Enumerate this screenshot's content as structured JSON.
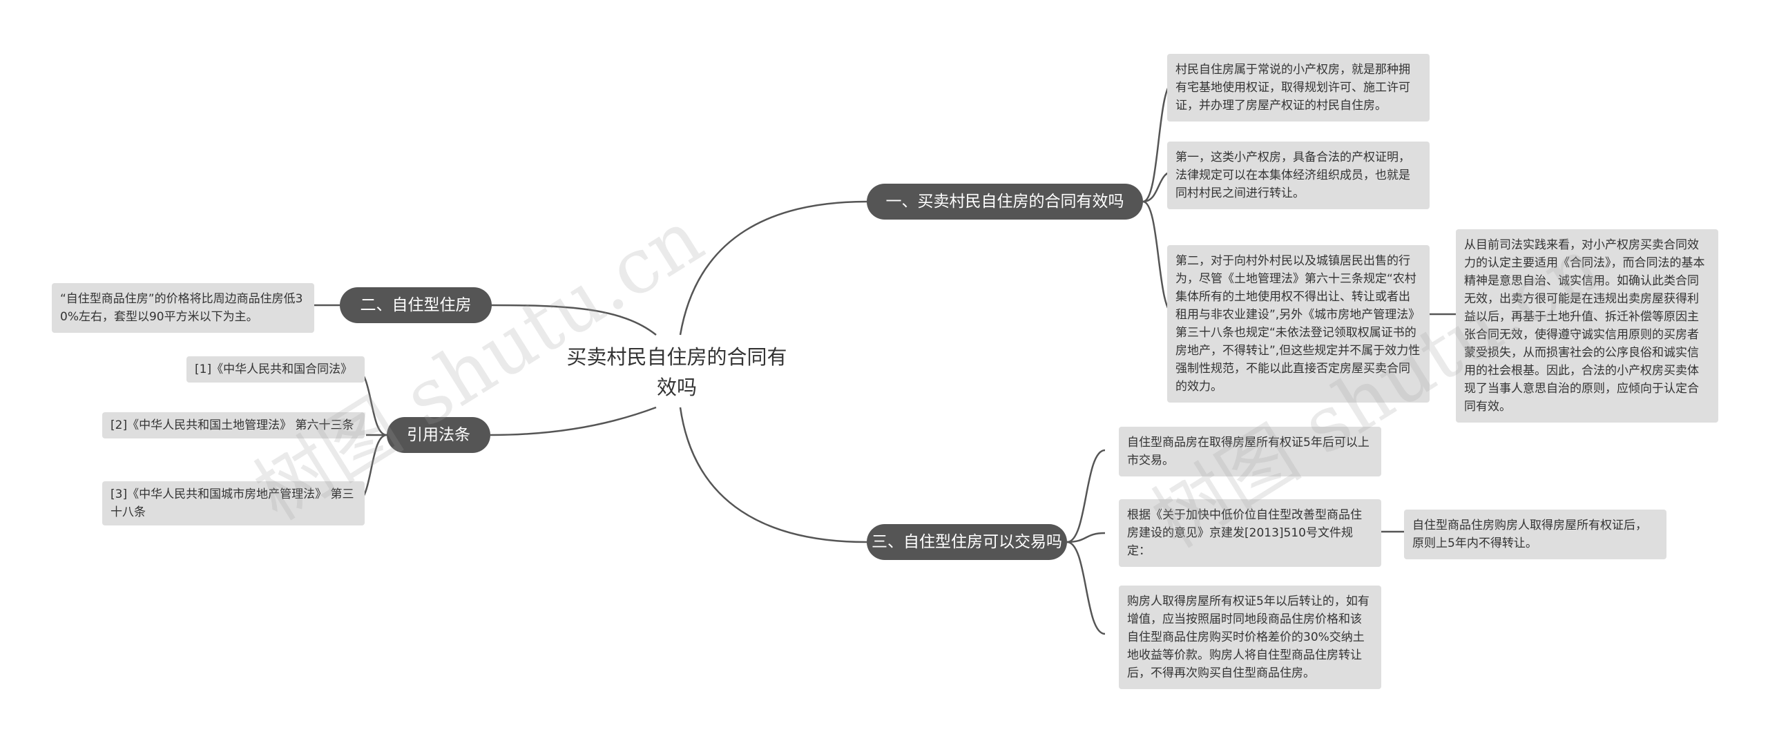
{
  "root": {
    "title_line1": "买卖村民自住房的合同有",
    "title_line2": "效吗"
  },
  "branches": {
    "b1": {
      "label": "一、买卖村民自住房的合同有效吗",
      "items": [
        "村民自住房属于常说的小产权房，就是那种拥有宅基地使用权证，取得规划许可、施工许可证，并办理了房屋产权证的村民自住房。",
        "第一，这类小产权房，具备合法的产权证明，法律规定可以在本集体经济组织成员，也就是同村村民之间进行转让。",
        "第二，对于向村外村民以及城镇居民出售的行为，尽管《土地管理法》第六十三条规定“农村集体所有的土地使用权不得出让、转让或者出租用与非农业建设”,另外《城市房地产管理法》第三十八条也规定“未依法登记领取权属证书的房地产，不得转让”,但这些规定并不属于效力性强制性规范，不能以此直接否定房屋买卖合同的效力。"
      ],
      "sub": "从目前司法实践来看，对小产权房买卖合同效力的认定主要适用《合同法》，而合同法的基本精神是意思自治、诚实信用。如确认此类合同无效，出卖方很可能是在违规出卖房屋获得利益以后，再基于土地升值、拆迁补偿等原因主张合同无效，使得遵守诚实信用原则的买房者蒙受损失，从而损害社会的公序良俗和诚实信用的社会根基。因此，合法的小产权房买卖体现了当事人意思自治的原则，应倾向于认定合同有效。"
    },
    "b2": {
      "label": "二、自住型住房",
      "items": [
        "“自住型商品住房”的价格将比周边商品住房低30%左右，套型以90平方米以下为主。"
      ]
    },
    "b3": {
      "label": "引用法条",
      "items": [
        "[1]《中华人民共和国合同法》",
        "[2]《中华人民共和国土地管理法》 第六十三条",
        "[3]《中华人民共和国城市房地产管理法》 第三十八条"
      ]
    },
    "b4": {
      "label": "三、自住型住房可以交易吗",
      "items": [
        "自住型商品房在取得房屋所有权证5年后可以上市交易。",
        "根据《关于加快中低价位自住型改善型商品住房建设的意见》京建发[2013]510号文件规定：",
        "购房人取得房屋所有权证5年以后转让的，如有增值，应当按照届时同地段商品住房价格和该自住型商品住房购买时价格差价的30%交纳土地收益等价款。购房人将自住型商品住房转让后，不得再次购买自住型商品住房。"
      ],
      "sub": "自住型商品住房购房人取得房屋所有权证后，原则上5年内不得转让。"
    }
  },
  "watermark": {
    "text1": "树图 shutu.cn",
    "text2": "树图 shutu.cn"
  },
  "colors": {
    "branch_bg": "#555555",
    "leaf_bg": "#dedede",
    "line": "#555555"
  }
}
